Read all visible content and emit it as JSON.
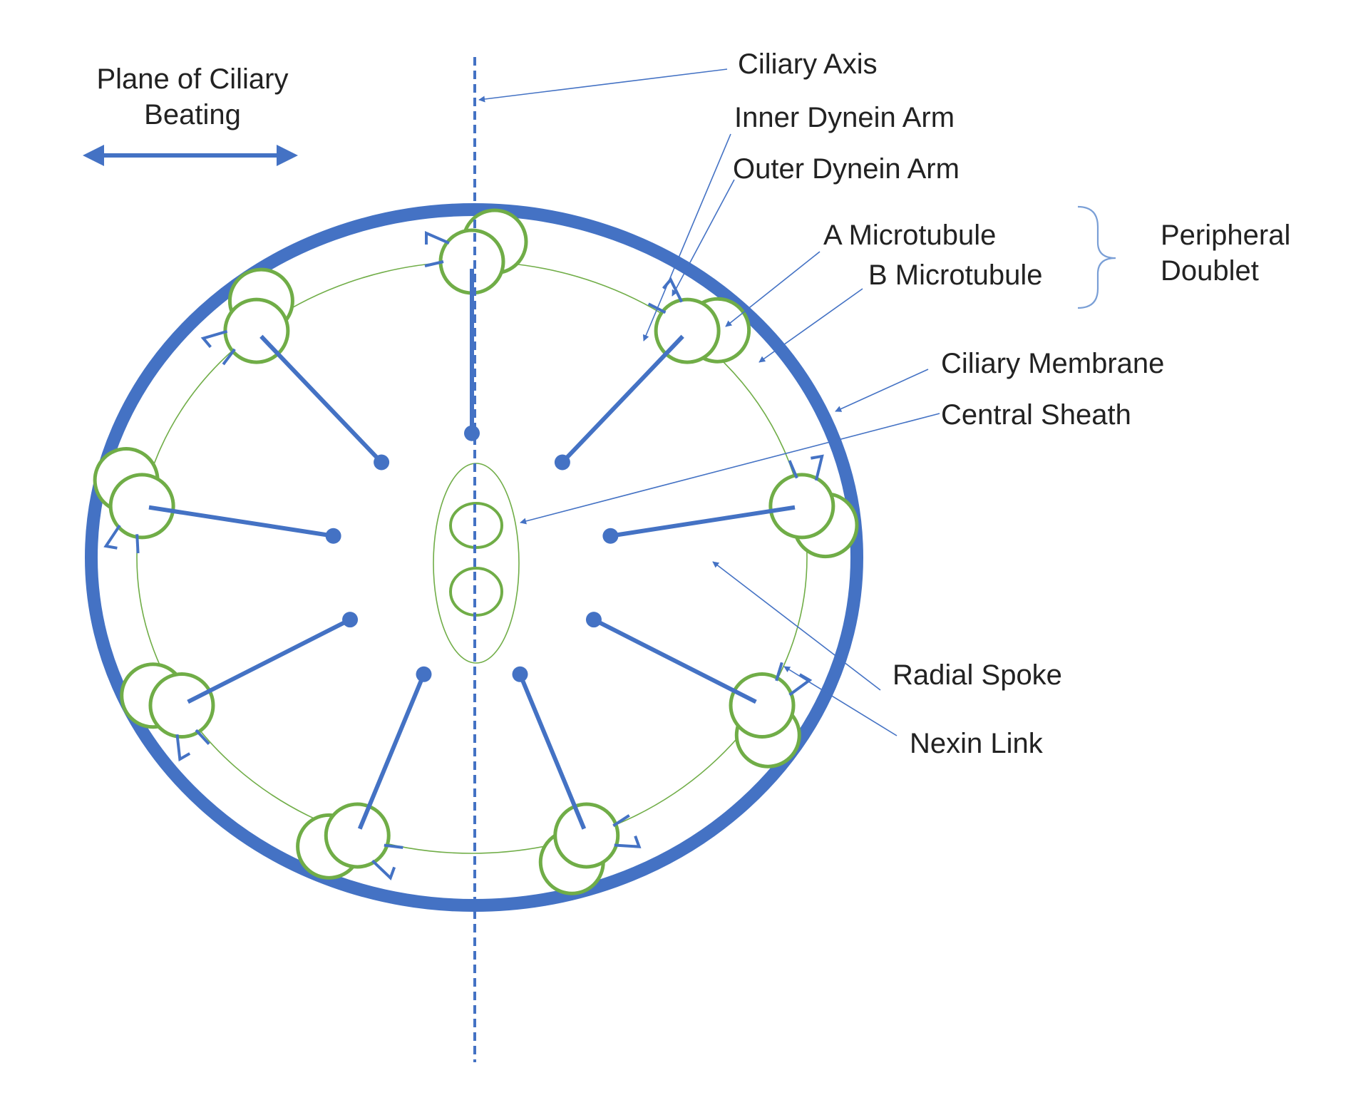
{
  "labels": {
    "plane_of_beating": [
      "Plane of Ciliary",
      "Beating"
    ],
    "ciliary_axis": "Ciliary Axis",
    "inner_dynein_arm": "Inner Dynein Arm",
    "outer_dynein_arm": "Outer Dynein Arm",
    "a_microtubule": "A Microtubule",
    "b_microtubule": "B Microtubule",
    "peripheral_doublet": [
      "Peripheral",
      "Doublet"
    ],
    "ciliary_membrane": "Ciliary Membrane",
    "central_sheath": "Central Sheath",
    "radial_spoke": "Radial Spoke",
    "nexin_link": "Nexin Link"
  },
  "colors": {
    "membrane_blue": "#4472c4",
    "microtubule_green": "#70ad47",
    "text": "#222222"
  }
}
